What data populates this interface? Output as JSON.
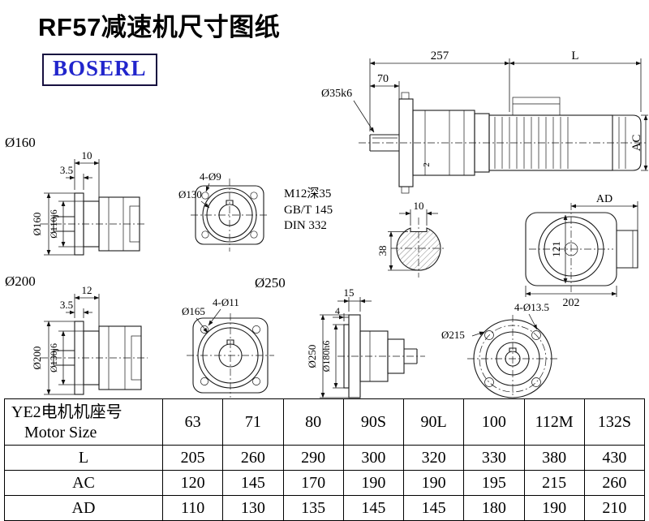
{
  "page": {
    "title": "RF57减速机尺寸图纸",
    "logo": "BOSERL"
  },
  "notes": {
    "m12": "M12深35",
    "gbt": "GB/T 145",
    "din": "DIN 332"
  },
  "dims": {
    "a_257": "257",
    "a_len": "L",
    "a_70": "70",
    "a_shaft": "Ø35k6",
    "a_ac": "AC",
    "a_2": "2",
    "b_label": "Ø160",
    "b_10": "10",
    "b_35": "3.5",
    "b_d160": "Ø160",
    "b_d110": "Ø110j6",
    "c_4d9": "4-Ø9",
    "c_d130": "Ø130",
    "e_10": "10",
    "e_38": "38",
    "f_ad": "AD",
    "f_121": "121",
    "f_202": "202",
    "g_label": "Ø200",
    "g_12": "12",
    "g_35": "3.5",
    "g_d200": "Ø200",
    "g_d130": "Ø130j6",
    "h_label": "Ø250",
    "h_4d11": "4-Ø11",
    "h_d165": "Ø165",
    "i_15": "15",
    "i_4": "4",
    "i_d250": "Ø250",
    "i_d180": "Ø180h6",
    "j_4d135": "4-Ø13.5",
    "j_d215": "Ø215"
  },
  "table": {
    "header_cn": "YE2电机机座号",
    "header_en": "Motor Size",
    "columns": [
      "63",
      "71",
      "80",
      "90S",
      "90L",
      "100",
      "112M",
      "132S"
    ],
    "rows": [
      {
        "label": "L",
        "values": [
          "205",
          "260",
          "290",
          "300",
          "320",
          "330",
          "380",
          "430"
        ]
      },
      {
        "label": "AC",
        "values": [
          "120",
          "145",
          "170",
          "190",
          "190",
          "195",
          "215",
          "260"
        ]
      },
      {
        "label": "AD",
        "values": [
          "110",
          "130",
          "135",
          "145",
          "145",
          "180",
          "190",
          "210"
        ]
      }
    ]
  },
  "colors": {
    "logo_blue": "#2125cc",
    "logo_border": "#17103f",
    "line": "#1a1a1a"
  }
}
